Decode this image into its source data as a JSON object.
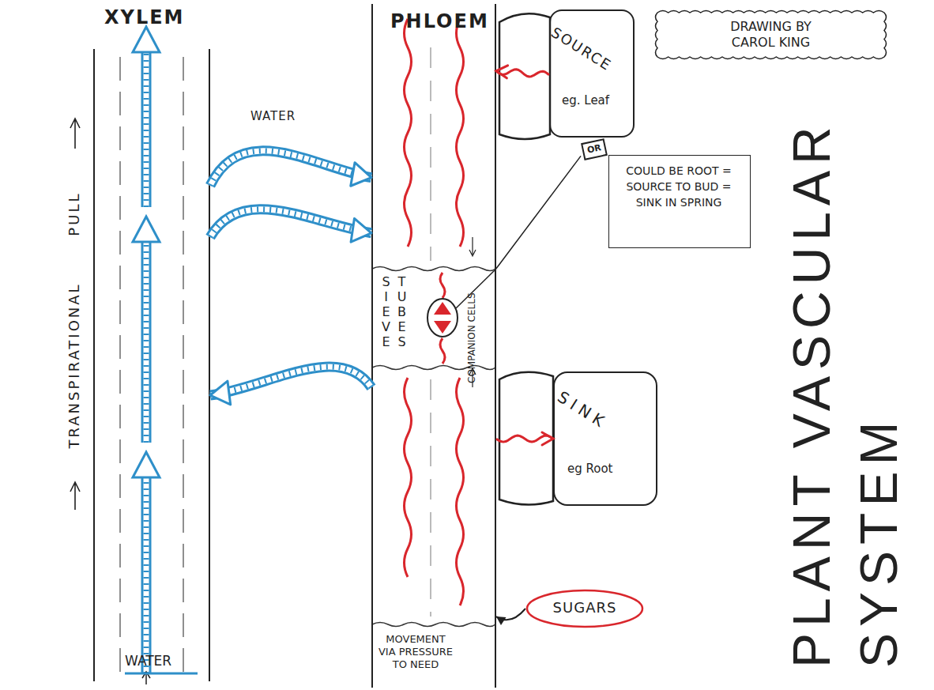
{
  "diagram": {
    "title": "PLANT VASCULAR SYSTEM",
    "nodes": [
      {
        "text": [
          "XYLEM",
          "WATER"
        ]
      },
      {
        "text": [
          "PHLOEM",
          "SIEVE TUBES",
          "COMPANION CELLS",
          "MOVEMENT VIA PRESSURE TO NEED"
        ]
      },
      {
        "text": [
          "DRAWING BY CAROL KING"
        ]
      },
      {
        "text": [
          "SOURCE",
          "eg. Leaf"
        ]
      },
      {
        "text": [
          "OR"
        ]
      },
      {
        "text": [
          "COULD BE ROOT = SOURCE TO BUD = SINK IN SPRING"
        ]
      },
      {
        "text": [
          "SINK",
          "eg Root"
        ]
      },
      {
        "text": [
          "SUGARS"
        ]
      }
    ],
    "edges": [
      {
        "from": 0,
        "to": 1,
        "arrow": "to",
        "label": "WATER"
      },
      {
        "from": 0,
        "to": 1,
        "arrow": "to"
      },
      {
        "from": 1,
        "to": 0,
        "arrow": "to"
      },
      {
        "from": 3,
        "to": 1,
        "arrow": "to"
      },
      {
        "from": 1,
        "to": 6,
        "arrow": "to"
      },
      {
        "from": 7,
        "to": 1,
        "arrow": "to"
      },
      {
        "from": 4,
        "to": 1,
        "arrow": "none"
      }
    ],
    "labels": [
      "TRANSPIRATIONAL PULL"
    ]
  }
}
